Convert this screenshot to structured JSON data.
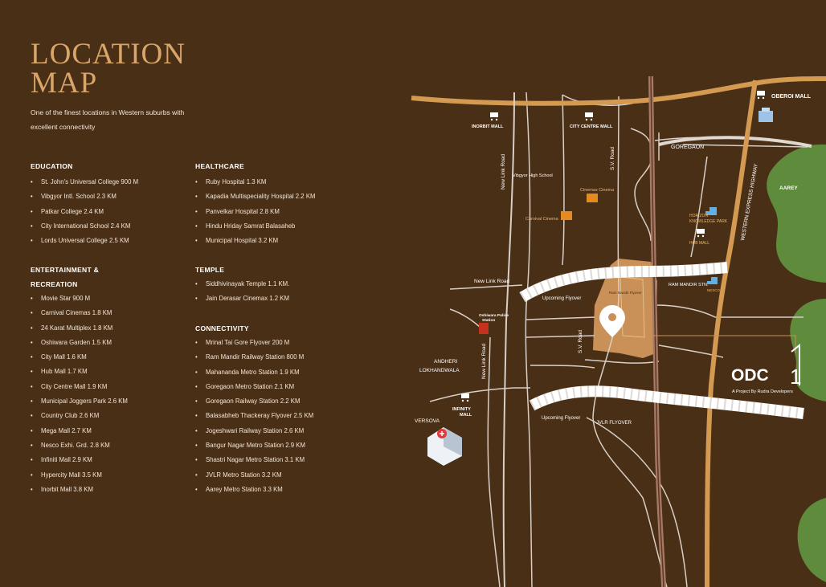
{
  "title": {
    "line1": "LOCATION",
    "line2": "MAP"
  },
  "subtitle": "One of the finest locations in Western suburbs with excellent connectivity",
  "sections": {
    "education": {
      "heading": "EDUCATION",
      "items": [
        "St. John's Universal College 900 M",
        "Vibgyor Intl. School 2.3 KM",
        "Patkar College 2.4 KM",
        "City International School  2.4 KM",
        "Lords Universal College 2.5 KM"
      ]
    },
    "entertainment": {
      "heading_line1": "ENTERTAINMENT &",
      "heading_line2": "RECREATION",
      "items": [
        "Movie Star 900 M",
        "Carnival Cinemas 1.8 KM",
        "24 Karat Multiplex  1.8 KM",
        "Oshiwara Garden 1.5 KM",
        "City Mall 1.6 KM",
        "Hub Mall 1.7 KM",
        "City Centre Mall  1.9 KM",
        "Municipal Joggers Park 2.6 KM",
        "Country Club 2.6 KM",
        "Mega Mall 2.7 KM",
        "Nesco Exhi. Grd. 2.8 KM",
        "Infiniti Mall 2.9 KM",
        "Hypercity Mall 3.5 KM",
        "Inorbit Mall 3.8 KM"
      ]
    },
    "healthcare": {
      "heading": "HEALTHCARE",
      "items": [
        "Ruby Hospital  1.3 KM",
        "Kapadia Multispeciality Hospital  2.2 KM",
        "Panvelkar Hospital  2.8 KM",
        "Hindu Hriday Samrat Balasaheb",
        "Municipal Hospital 3.2 KM"
      ]
    },
    "temple": {
      "heading": "TEMPLE",
      "items": [
        "Siddhivinayak Temple 1.1 KM.",
        "Jain Derasar Cinemax 1.2 KM"
      ]
    },
    "connectivity": {
      "heading": "CONNECTIVITY",
      "items": [
        "Mrinal Tai Gore Flyover 200 M",
        "Ram Mandir Railway Station 800 M",
        "Mahananda Metro Station 1.9 KM",
        "Goregaon Metro Station 2.1 KM",
        "Goregaon Railway Station  2.2 KM",
        "Balasabheb Thackeray Flyover  2.5 KM",
        "Jogeshwari Railway Station   2.6 KM",
        "Bangur Nagar Metro Station 2.9 KM",
        "Shastri Nagar Metro Station 3.1 KM",
        "JVLR Metro Station 3.2 KM",
        "Aarey Metro Station  3.3 KM"
      ]
    }
  },
  "map": {
    "labels": {
      "oberoi_mall": "OBEROI MALL",
      "inorbit_mall": "INORBIT MALL",
      "city_centre_mall": "CITY CENTRE MALL",
      "goregaon": "GOREGAON",
      "aarey": "AAREY",
      "vibgyor": "Vibgyor High School",
      "cinemax": "Cinemax Cinema",
      "carnival": "Carnival Cinema",
      "horizon": "HORIZON",
      "knowledge_park": "KNOWLEDGE PARK",
      "hub_mall": "HUB MALL",
      "western_express": "WESTERN EXPRESS HIGHWAY",
      "new_link_road": "New Link Road",
      "sv_road": "S.V. Road",
      "ram_mandir": "RAM MANDIR STN.",
      "nesco": "NESCO",
      "upcoming_flyover": "Upcoming Flyover",
      "oshiwara_police_1": "Oshiwara Police",
      "oshiwara_police_2": "Station",
      "andheri": "ANDHERI",
      "lokhandwala": "LOKHANDWALA",
      "infinity_1": "INFINITY",
      "infinity_2": "MALL",
      "versova": "VERSOVA",
      "jvlr": "JVLR FLYOVER",
      "flyover_arc": "Ram Mandir Flyover",
      "odc": "ODC",
      "odc_one": "1",
      "odc_tagline": "A Project By Rudra Developers"
    },
    "colors": {
      "background": "#4a2f17",
      "road": "#d49a52",
      "green": "#5f8b3c",
      "site": "#c99057",
      "title": "#d8a56a"
    }
  }
}
